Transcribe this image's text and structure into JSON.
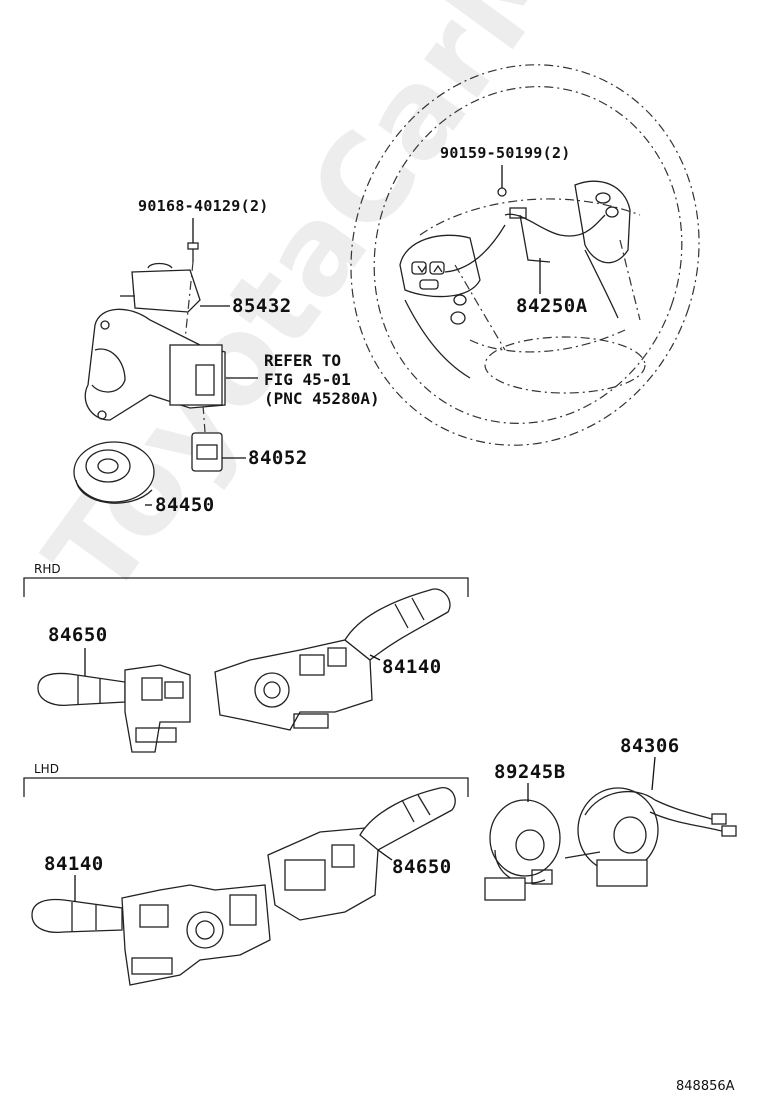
{
  "labels": {
    "screw_upper": "90168-40129(2)",
    "screw_wheel": "90159-50199(2)",
    "p85432": "85432",
    "p84250a": "84250A",
    "refer_line1": "REFER TO",
    "refer_line2": "FIG 45-01",
    "refer_line3": "(PNC 45280A)",
    "p84052": "84052",
    "p84450": "84450",
    "rhd": "RHD",
    "rhd_left": "84650",
    "rhd_right": "84140",
    "lhd": "LHD",
    "lhd_left": "84140",
    "lhd_right": "84650",
    "p89245b": "89245B",
    "p84306": "84306",
    "diagram_code": "848856A"
  },
  "watermark": "ToyotaCarMiru"
}
